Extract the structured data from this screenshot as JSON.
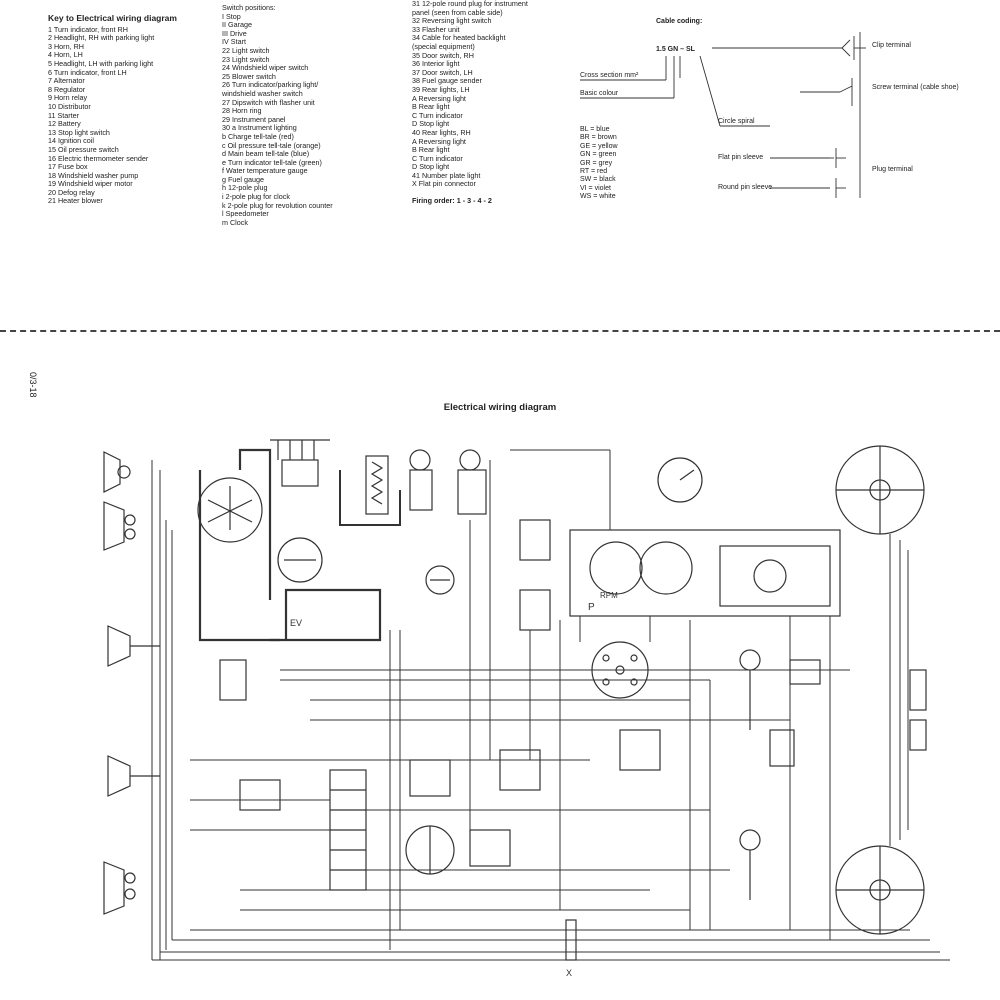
{
  "key": {
    "col1_title": "Key to Electrical wiring diagram",
    "col1_items": [
      "1  Turn indicator, front RH",
      "2  Headlight, RH with parking light",
      "3  Horn, RH",
      "4  Horn, LH",
      "5  Headlight, LH with parking light",
      "6  Turn indicator, front LH",
      "7  Alternator",
      "8  Regulator",
      "9  Horn relay",
      "10  Distributor",
      "11  Starter",
      "12  Battery",
      "13  Stop light switch",
      "14  Ignition coil",
      "15  Oil pressure switch",
      "16  Electric thermometer sender",
      "17  Fuse box",
      "18  Windshield washer pump",
      "19  Windshield wiper motor",
      "20  Defog relay",
      "21  Heater blower"
    ],
    "col2_items": [
      "Switch positions:",
      "I  Stop",
      "II  Garage",
      "III  Drive",
      "IV  Start",
      "22  Light switch",
      "23  Light switch",
      "24  Windshield wiper switch",
      "25  Blower switch",
      "26  Turn indicator/parking light/",
      "     windshield washer switch",
      "27  Dipswitch with flasher unit",
      "28  Horn ring",
      "29  Instrument panel",
      "30  a  Instrument lighting",
      "     b  Charge tell-tale (red)",
      "     c  Oil pressure tell-tale (orange)",
      "     d  Main beam tell-tale (blue)",
      "     e  Turn indicator tell-tale (green)",
      "     f  Water temperature gauge",
      "     g  Fuel gauge",
      "     h  12-pole plug",
      "     i  2-pole plug for clock",
      "     k  2-pole plug for revolution counter",
      "     l  Speedometer",
      "     m  Clock"
    ],
    "col3_items": [
      "31  12-pole round plug for instrument",
      "     panel (seen from cable side)",
      "32  Reversing light switch",
      "33  Flasher unit",
      "34  Cable for heated backlight",
      "     (special equipment)",
      "35  Door switch, RH",
      "36  Interior light",
      "37  Door switch, LH",
      "38  Fuel gauge sender",
      "39  Rear lights, LH",
      "     A  Reversing light",
      "     B  Rear light",
      "     C  Turn indicator",
      "     D  Stop light",
      "40  Rear lights, RH",
      "     A  Reversing light",
      "     B  Rear light",
      "     C  Turn indicator",
      "     D  Stop light",
      "41  Number plate light",
      "     X  Flat pin connector"
    ],
    "firing_order": "Firing order:  1 - 3 - 4 - 2"
  },
  "cable": {
    "title": "Cable coding:",
    "example": "1.5 GN – SL",
    "cross_section": "Cross section mm²",
    "basic_colour": "Basic colour",
    "circle_spiral": "Circle spiral",
    "clip_terminal": "Clip terminal",
    "screw_terminal": "Screw terminal (cable shoe)",
    "flat_pin": "Flat pin sleeve",
    "round_pin": "Round pin sleeve",
    "plug_terminal": "Plug terminal",
    "colours": [
      "BL = blue",
      "BR = brown",
      "GE = yellow",
      "GN = green",
      "GR = grey",
      "RT = red",
      "SW = black",
      "VI = violet",
      "WS = white"
    ]
  },
  "page_number": "0/3-18",
  "diagram_title": "Electrical wiring diagram",
  "diagram_labels": {
    "ev": "EV",
    "rpm": "RPM",
    "p": "P",
    "x": "X"
  }
}
